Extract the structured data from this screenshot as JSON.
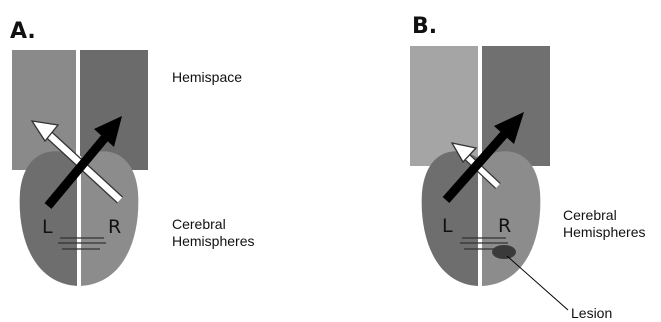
{
  "panel_a": {
    "letter": "A.",
    "hemispace_label": "Hemispace",
    "cerebral_label_line1": "Cerebral",
    "cerebral_label_line2": "Hemispheres",
    "left_letter": "L",
    "right_letter": "R"
  },
  "panel_b": {
    "letter": "B.",
    "cerebral_label_line1": "Cerebral",
    "cerebral_label_line2": "Hemispheres",
    "left_letter": "L",
    "right_letter": "R",
    "lesion_label": "Lesion"
  },
  "colors": {
    "hemispace_left_a": "#8a8a8a",
    "hemispace_right_a": "#6b6b6b",
    "hemispace_left_b": "#a5a5a5",
    "hemispace_right_b": "#707070",
    "brain_left": "#6e6e6e",
    "brain_right": "#8c8c8c",
    "arrow_dark": "#000000",
    "arrow_light": "#ffffff",
    "lesion": "#3a3a3a"
  }
}
